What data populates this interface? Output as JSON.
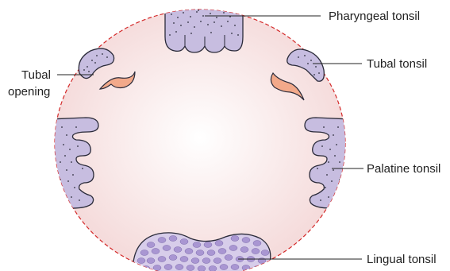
{
  "labels": {
    "pharyngeal": "Pharyngeal tonsil",
    "tubal_tonsil": "Tubal tonsil",
    "tubal_opening_line1": "Tubal",
    "tubal_opening_line2": "opening",
    "palatine": "Palatine tonsil",
    "lingual": "Lingual tonsil"
  },
  "colors": {
    "ring_fill": "#f6dede",
    "ring_stroke": "#d42a2a",
    "tonsil_fill": "#c7bde0",
    "tonsil_stroke": "#2b2b3a",
    "opening_fill": "#f2a98a",
    "lingual_follicle": "#a996d2",
    "leader_line": "#222222"
  }
}
